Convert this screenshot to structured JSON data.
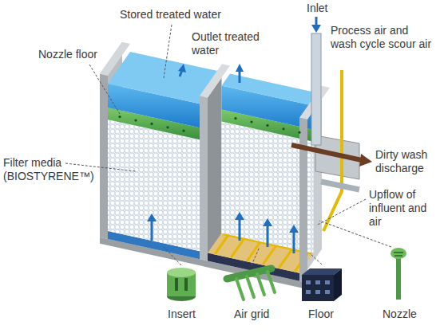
{
  "diagram": {
    "labels": [
      "Stored treated water",
      "Inlet",
      "Process air and wash cycle scour air",
      "Outlet treated water",
      "Nozzle floor",
      "Filter media (BIOSTYRENE™)",
      "Dirty wash discharge",
      "Upflow of influent and air",
      "Insert",
      "Air grid",
      "Floor",
      "Nozzle"
    ]
  }
}
